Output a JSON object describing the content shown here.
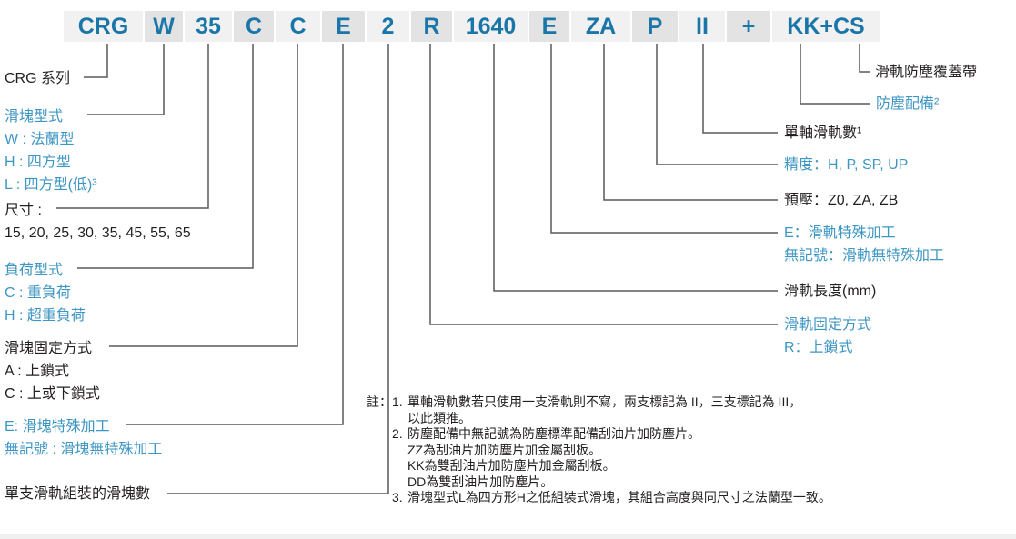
{
  "colors": {
    "code_text_blue": "#1a76a8",
    "label_blue": "#3e96c3",
    "text_black": "#231f20",
    "connector_gray": "#58595b",
    "chip_light": "#f1f1f1",
    "chip_dark": "#e3e3e3"
  },
  "code": {
    "segments": [
      "CRG",
      "W",
      "35",
      "C",
      "C",
      "E",
      "2",
      "R",
      "1640",
      "E",
      "ZA",
      "P",
      "II",
      "+",
      "KK+CS"
    ]
  },
  "left_labels": {
    "series": {
      "title": "CRG 系列"
    },
    "block_type": {
      "title": "滑塊型式",
      "options": [
        "W : 法蘭型",
        "H : 四方型",
        "L : 四方型(低)³"
      ]
    },
    "size": {
      "title": "尺寸 :",
      "options": [
        "15, 20, 25, 30, 35, 45, 55, 65"
      ]
    },
    "load_type": {
      "title": "負荷型式",
      "options": [
        "C : 重負荷",
        "H : 超重負荷"
      ]
    },
    "block_mounting": {
      "title": "滑塊固定方式",
      "options": [
        "A : 上鎖式",
        "C : 上或下鎖式"
      ]
    },
    "block_special": {
      "title": "E: 滑塊特殊加工",
      "options": [
        "無記號 : 滑塊無特殊加工"
      ]
    },
    "blocks_per_rail": {
      "title": "單支滑軌組裝的滑塊數"
    }
  },
  "right_labels": {
    "rail_dust_cover": {
      "title": "滑軌防塵覆蓋帶"
    },
    "dust_equipment": {
      "title": "防塵配備²"
    },
    "rails_per_axis": {
      "title": "單軸滑軌數¹"
    },
    "precision": {
      "title": "精度：H, P, SP, UP"
    },
    "preload": {
      "title": "預壓：Z0, ZA, ZB"
    },
    "rail_special": {
      "title": "E：滑軌特殊加工",
      "options": [
        "無記號：滑軌無特殊加工"
      ]
    },
    "rail_length": {
      "title": "滑軌長度(mm)"
    },
    "rail_mounting": {
      "title": "滑軌固定方式",
      "options": [
        "R：上鎖式"
      ]
    }
  },
  "notes": {
    "prefix": "註：",
    "items": [
      {
        "num": "1.",
        "lines": [
          "單軸滑軌數若只使用一支滑軌則不寫，兩支標記為 II，三支標記為 III，",
          "以此類推。"
        ]
      },
      {
        "num": "2.",
        "lines": [
          "防塵配備中無記號為防塵標準配備刮油片加防塵片。",
          "ZZ為刮油片加防塵片加金屬刮板。",
          "KK為雙刮油片加防塵片加金屬刮板。",
          "DD為雙刮油片加防塵片。"
        ]
      },
      {
        "num": "3.",
        "lines": [
          "滑塊型式L為四方形H之低組裝式滑塊，其組合高度與同尺寸之法蘭型一致。"
        ]
      }
    ]
  }
}
